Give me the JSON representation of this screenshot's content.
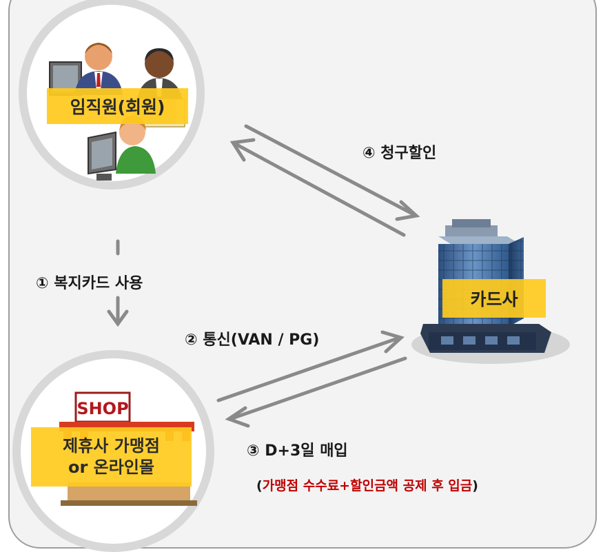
{
  "nodes": {
    "employee": "임직원(회원)",
    "card_company": "카드사",
    "merchant_line1": "제휴사 가맹점",
    "merchant_line2": "or 온라인몰",
    "shop_sign": "SHOP"
  },
  "steps": {
    "step1": "① 복지카드 사용",
    "step2": "② 통신(VAN / PG)",
    "step3": "③ D+3일 매입",
    "step4": "④ 청구할인"
  },
  "note": {
    "open": "(",
    "text": "가맹점 수수료+할인금액 공제 후 입금",
    "close": ")"
  },
  "colors": {
    "label_bg": "#ffcb1f",
    "arrow": "#8a8a8a",
    "note_red": "#c00000"
  }
}
